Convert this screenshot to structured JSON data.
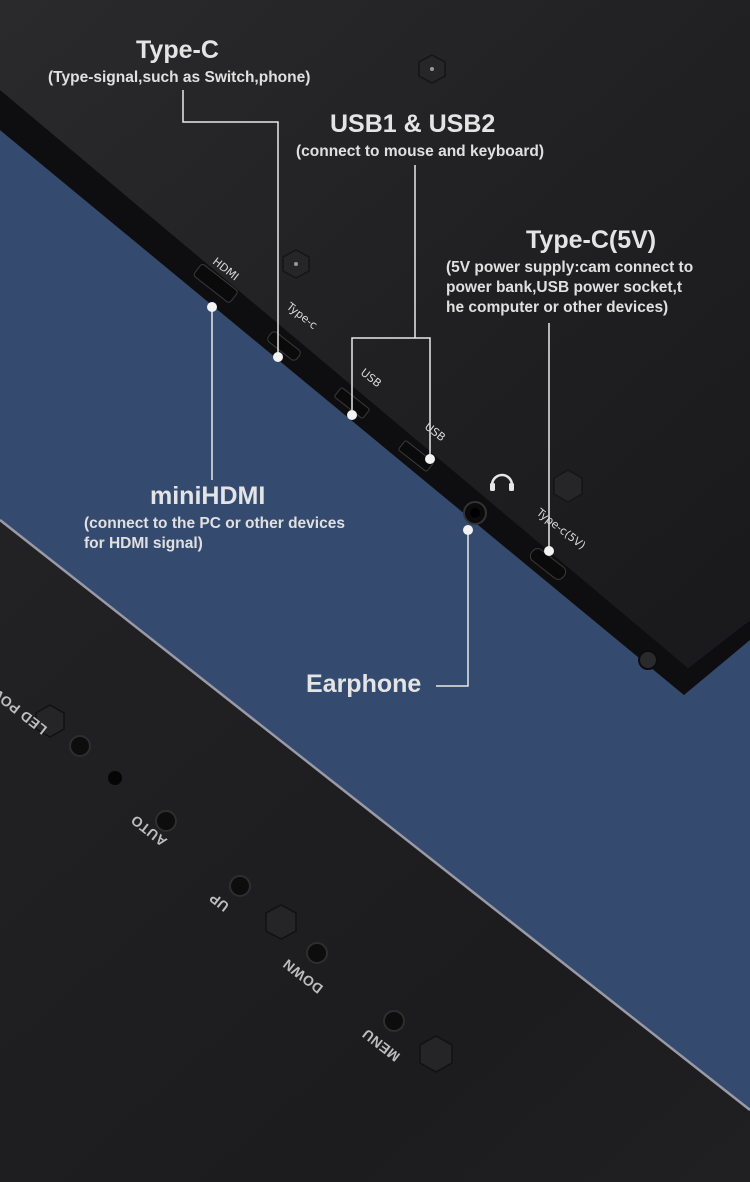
{
  "callouts": {
    "typec_title": "Type-C",
    "typec_sub": "(Type-signal,such as Switch,phone)",
    "usb_title": "USB1 & USB2",
    "usb_sub": "(connect to mouse and keyboard)",
    "typec5v_title": "Type-C(5V)",
    "typec5v_sub_1": "(5V power supply:cam connect to",
    "typec5v_sub_2": "power bank,USB power socket,t",
    "typec5v_sub_3": "he computer or other devices)",
    "minihdmi_title": "miniHDMI",
    "minihdmi_sub_1": "(connect to the PC or other devices",
    "minihdmi_sub_2": "for HDMI signal)",
    "earphone_title": "Earphone"
  },
  "port_labels": {
    "hdmi": "HDMI",
    "typec": "Type-c",
    "usb1": "USB",
    "usb2": "USB",
    "typec5v": "Type-c(5V)"
  },
  "button_labels": {
    "led_power": "LED POWER",
    "auto": "AUTO",
    "up": "UP",
    "down": "DOWN",
    "menu": "MENU"
  },
  "colors": {
    "background": "#334a6e",
    "panel": "#1e1e20",
    "label_text": "#e0e0e0"
  }
}
